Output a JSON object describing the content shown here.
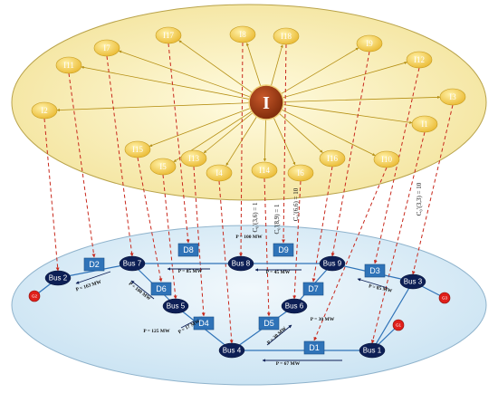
{
  "center": {
    "label": "I"
  },
  "info_nodes": [
    {
      "id": "I1",
      "label": "I1"
    },
    {
      "id": "I2",
      "label": "I2"
    },
    {
      "id": "I3",
      "label": "I3"
    },
    {
      "id": "I4",
      "label": "I4"
    },
    {
      "id": "I5",
      "label": "I5"
    },
    {
      "id": "I6",
      "label": "I6"
    },
    {
      "id": "I7",
      "label": "I7"
    },
    {
      "id": "I8",
      "label": "I8"
    },
    {
      "id": "I9",
      "label": "I9"
    },
    {
      "id": "I10",
      "label": "I10"
    },
    {
      "id": "I11",
      "label": "I11"
    },
    {
      "id": "I12",
      "label": "I12"
    },
    {
      "id": "I13",
      "label": "I13"
    },
    {
      "id": "I14",
      "label": "I14"
    },
    {
      "id": "I15",
      "label": "I15"
    },
    {
      "id": "I16",
      "label": "I16"
    },
    {
      "id": "I17",
      "label": "I17"
    },
    {
      "id": "I18",
      "label": "I18"
    }
  ],
  "buses": [
    {
      "id": "Bus1",
      "label": "Bus 1"
    },
    {
      "id": "Bus2",
      "label": "Bus 2"
    },
    {
      "id": "Bus3",
      "label": "Bus 3"
    },
    {
      "id": "Bus4",
      "label": "Bus 4"
    },
    {
      "id": "Bus5",
      "label": "Bus 5"
    },
    {
      "id": "Bus6",
      "label": "Bus 6"
    },
    {
      "id": "Bus7",
      "label": "Bus 7"
    },
    {
      "id": "Bus8",
      "label": "Bus 8"
    },
    {
      "id": "Bus9",
      "label": "Bus 9"
    }
  ],
  "devices": [
    {
      "id": "D1",
      "label": "D1"
    },
    {
      "id": "D2",
      "label": "D2"
    },
    {
      "id": "D3",
      "label": "D3"
    },
    {
      "id": "D4",
      "label": "D4"
    },
    {
      "id": "D5",
      "label": "D5"
    },
    {
      "id": "D6",
      "label": "D6"
    },
    {
      "id": "D7",
      "label": "D7"
    },
    {
      "id": "D8",
      "label": "D8"
    },
    {
      "id": "D9",
      "label": "D9"
    }
  ],
  "generators": [
    {
      "id": "G1",
      "label": "G1"
    },
    {
      "id": "G2",
      "label": "G2"
    },
    {
      "id": "G3",
      "label": "G3"
    }
  ],
  "flows": [
    {
      "id": "f-d2",
      "label": "P = 163 MW"
    },
    {
      "id": "f-d8",
      "label": "P = 85 MW"
    },
    {
      "id": "f-d9",
      "label": "P = 100 MW"
    },
    {
      "id": "f-d9b",
      "label": "P = 45 MW"
    },
    {
      "id": "f-d3",
      "label": "P = 85 MW"
    },
    {
      "id": "f-d6",
      "label": "P = 100 MW"
    },
    {
      "id": "f-d6b",
      "label": "P = 30 MW"
    },
    {
      "id": "f-b5",
      "label": "P = 125 MW"
    },
    {
      "id": "f-d4",
      "label": "P = 17 MW"
    },
    {
      "id": "f-d5",
      "label": "P = 30 MW"
    },
    {
      "id": "f-d1",
      "label": "P = 67 MW"
    }
  ],
  "coupling_labels": [
    {
      "id": "c1",
      "label": "C₀′(3,6) = 1"
    },
    {
      "id": "c2",
      "label": "C₀′(8,9) = 1"
    },
    {
      "id": "c3",
      "label": "C₀′(6,6) = 10"
    },
    {
      "id": "c4",
      "label": "C₀′(3,3) = 10"
    }
  ],
  "colors": {
    "info_plane": "#f7efb4",
    "info_node": "#f2c94c",
    "center_node": "#8b2f0b",
    "power_plane": "#dcedf7",
    "bus": "#0d1f55",
    "device": "#2f73b8",
    "generator": "#e0201b",
    "coupling": "#c8281c",
    "info_link": "#c8a020"
  }
}
